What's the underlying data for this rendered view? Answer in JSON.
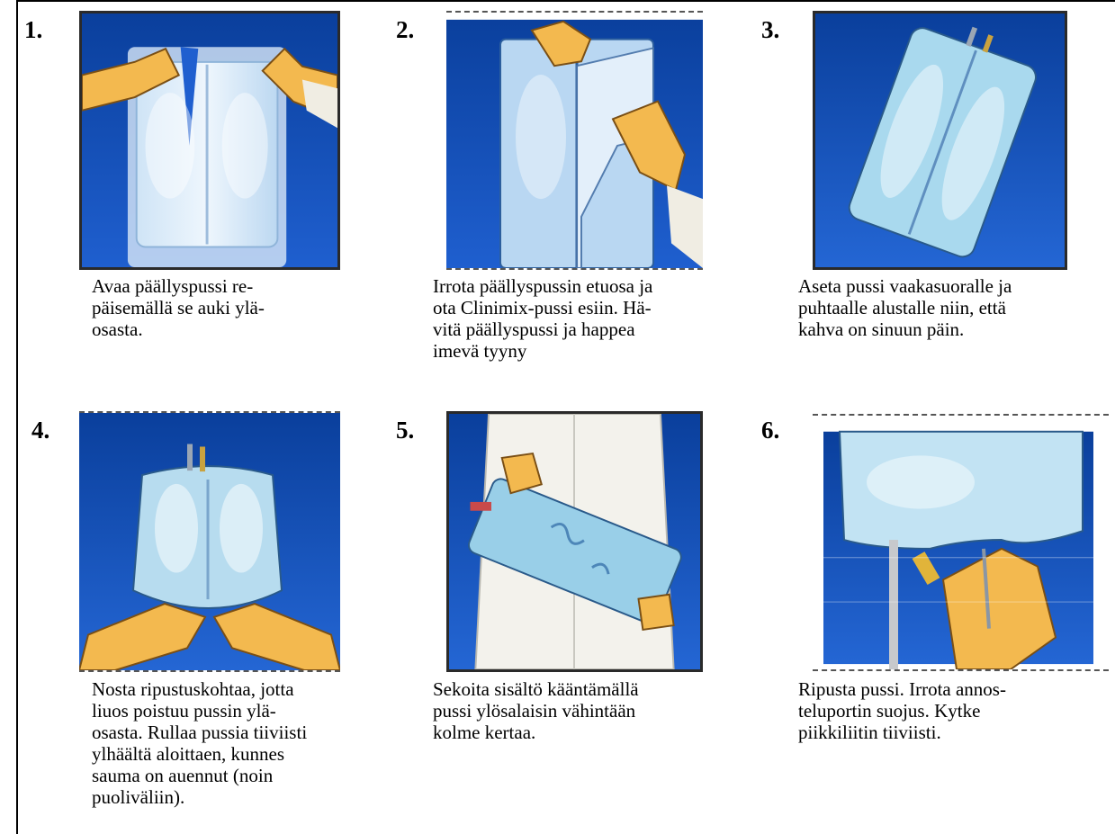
{
  "steps": [
    {
      "number": "1.",
      "lines": [
        "Avaa päällyspussi re-",
        "päisemällä se auki ylä-",
        "osasta."
      ],
      "illustration": "peel-open-overpouch"
    },
    {
      "number": "2.",
      "lines": [
        "Irrota päällyspussin etuosa ja",
        "ota Clinimix-pussi esiin. Hä-",
        "vitä päällyspussi ja happea",
        "imevä tyyny"
      ],
      "illustration": "remove-bag-from-overpouch"
    },
    {
      "number": "3.",
      "lines": [
        "Aseta pussi vaakasuoralle ja",
        "puhtaalle alustalle niin, että",
        "kahva on sinuun päin."
      ],
      "illustration": "bag-on-flat-surface"
    },
    {
      "number": "4.",
      "lines": [
        "Nosta ripustuskohtaa, jotta",
        "liuos poistuu pussin ylä-",
        "osasta. Rullaa pussia tiiviisti",
        "ylhäältä aloittaen, kunnes",
        "sauma on auennut (noin",
        "puoliväliin)."
      ],
      "illustration": "roll-bag-to-open-seal"
    },
    {
      "number": "5.",
      "lines": [
        "Sekoita sisältö kääntämällä",
        "pussi ylösalaisin vähintään",
        "kolme kertaa."
      ],
      "illustration": "invert-bag-to-mix"
    },
    {
      "number": "6.",
      "lines": [
        "Ripusta pussi. Irrota annos-",
        "teluportin suojus. Kytke",
        "piikkiliitin tiiviisti."
      ],
      "illustration": "hang-bag-connect-spike"
    }
  ]
}
